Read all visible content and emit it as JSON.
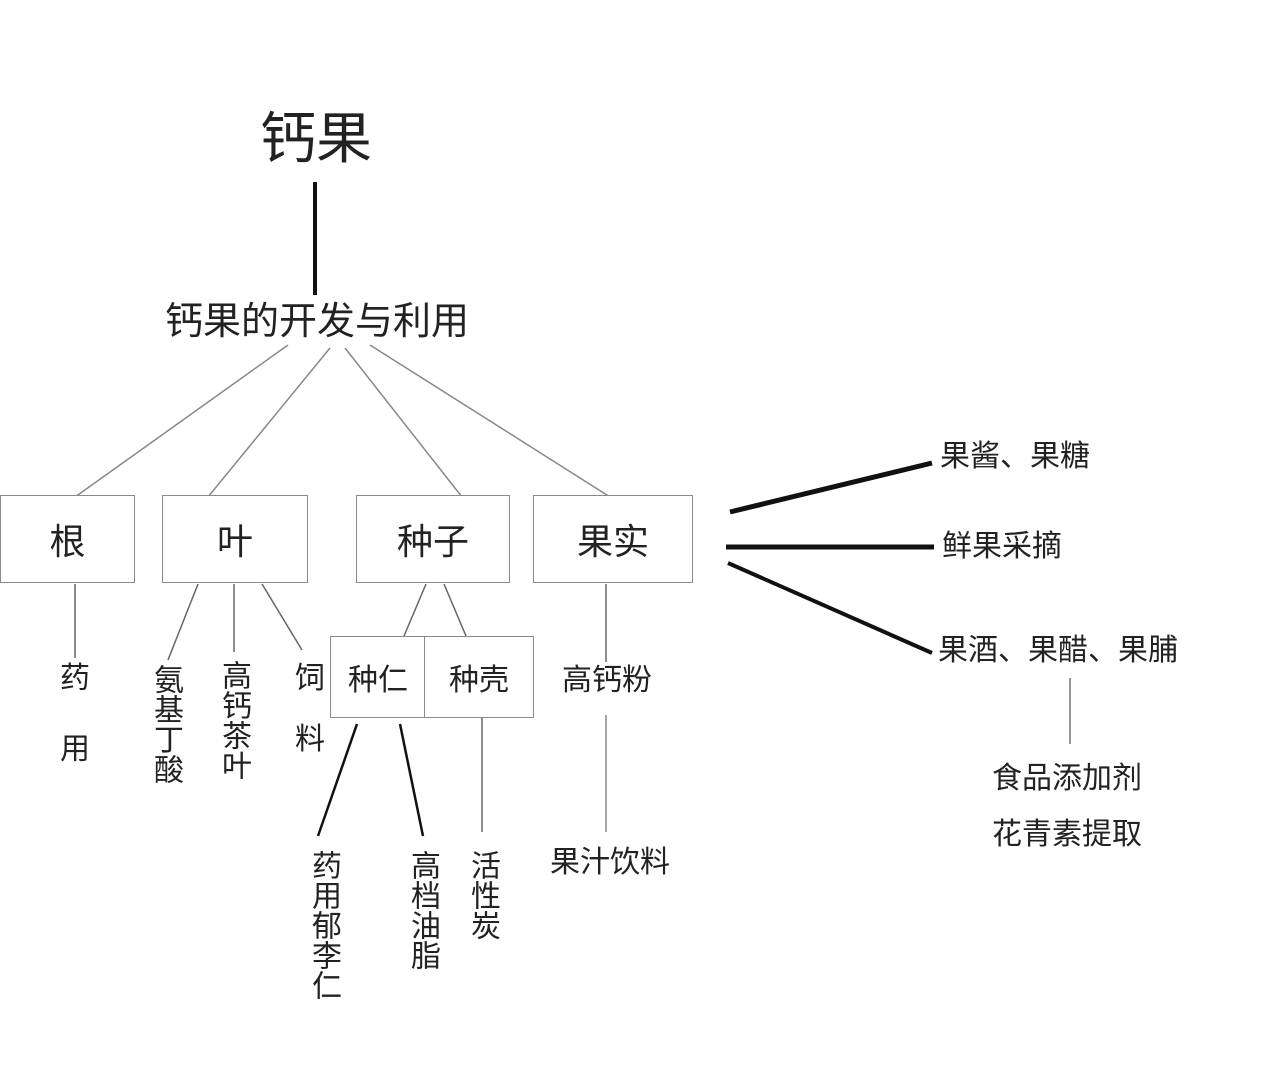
{
  "title": "钙果",
  "subtitle": "钙果的开发与利用",
  "parts": {
    "root": "根",
    "leaf": "叶",
    "seed": "种子",
    "fruit": "果实"
  },
  "seed_parts": {
    "kernel": "种仁",
    "shell": "种壳"
  },
  "root_uses": [
    "药",
    "用"
  ],
  "leaf_uses": {
    "amino": "氨基丁酸",
    "tea": "高钙茶叶",
    "feed": [
      "饲",
      "料"
    ]
  },
  "kernel_uses": {
    "medicine": "药用郁李仁",
    "oil": "高档油脂"
  },
  "shell_use": "活性炭",
  "fruit_uses": {
    "powder": "高钙粉",
    "juice": "果汁饮料",
    "jam": "果酱、果糖",
    "fresh": "鲜果采摘",
    "wine": "果酒、果醋、果脯",
    "additive": "食品添加剂",
    "anthocyanin": "花青素提取"
  }
}
